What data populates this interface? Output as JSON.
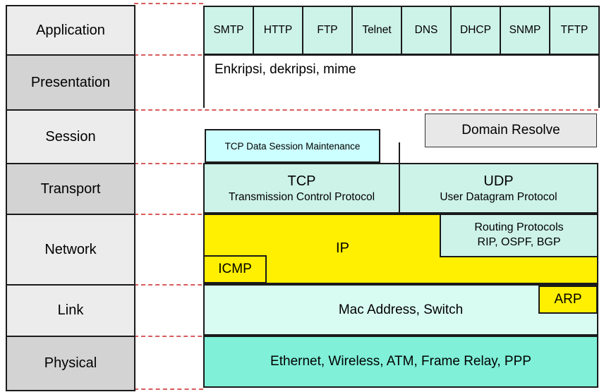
{
  "layers": [
    "Application",
    "Presentation",
    "Session",
    "Transport",
    "Network",
    "Link",
    "Physical"
  ],
  "application_protocols": [
    "SMTP",
    "HTTP",
    "FTP",
    "Telnet",
    "DNS",
    "DHCP",
    "SNMP",
    "TFTP"
  ],
  "presentation": {
    "label": "Enkripsi, dekripsi, mime"
  },
  "session": {
    "tcp_maintenance": "TCP Data Session Maintenance",
    "domain_resolve": "Domain Resolve"
  },
  "transport": {
    "tcp": "TCP",
    "tcp_full": "Transmission Control Protocol",
    "udp": "UDP",
    "udp_full": "User Datagram Protocol"
  },
  "network": {
    "ip": "IP",
    "icmp": "ICMP",
    "routing_title": "Routing Protocols",
    "routing_protocols": "RIP, OSPF, BGP"
  },
  "link": {
    "mac": "Mac Address, Switch",
    "arp": "ARP"
  },
  "physical": {
    "media": "Ethernet, Wireless, ATM, Frame Relay, PPP"
  },
  "colors": {
    "mint": "#cdf2e8",
    "pale-cyan": "#ccffff",
    "pale-mint": "#d9fcf2",
    "turquoise": "#80f0d8",
    "yellow": "#ffef00",
    "gray-light": "#ececec",
    "gray-dark": "#d3d3d3",
    "gray-box": "#e8e8e8",
    "red-dash": "#d85c5c",
    "line": "#1a1a1a"
  }
}
